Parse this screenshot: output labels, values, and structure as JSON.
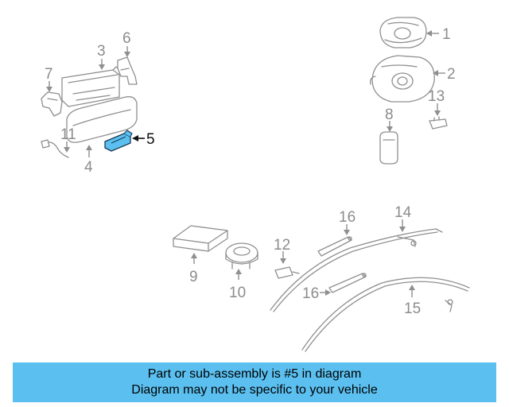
{
  "diagram": {
    "highlight_color": "#5bc0f0",
    "callouts": {
      "c1": "1",
      "c2": "2",
      "c3": "3",
      "c4": "4",
      "c5": "5",
      "c6": "6",
      "c7": "7",
      "c8": "8",
      "c9": "9",
      "c10": "10",
      "c11": "11",
      "c12": "12",
      "c13": "13",
      "c14": "14",
      "c15": "15",
      "c16a": "16",
      "c16b": "16"
    }
  },
  "footer": {
    "line1": "Part or sub-assembly is #5 in diagram",
    "line2": "Diagram may not be specific to your vehicle",
    "background": "#5bc0f0"
  }
}
